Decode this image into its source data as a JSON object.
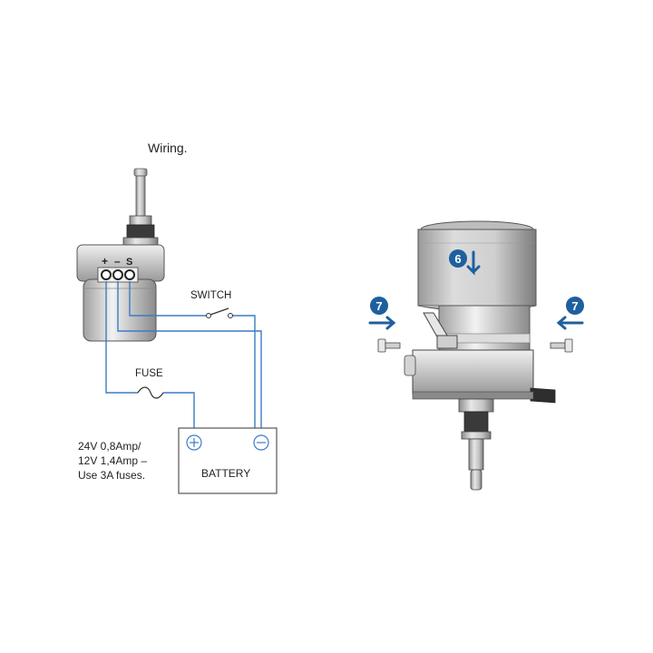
{
  "wiring": {
    "title": "Wiring.",
    "terminal_plus": "+",
    "terminal_minus": "–",
    "terminal_s": "S",
    "switch_label": "SWITCH",
    "fuse_label": "FUSE",
    "battery_label": "BATTERY",
    "battery_plus": "+",
    "battery_minus": "−",
    "fuse_note": [
      "24V 0,8Amp/",
      "12V 1,4Amp –",
      "Use 3A fuses."
    ]
  },
  "assembly": {
    "step_6": "6",
    "step_7_left": "7",
    "step_7_right": "7"
  },
  "colors": {
    "wire": "#3b7cc4",
    "step_badge": "#1f5f9e",
    "metal_light": "#d8d8d8",
    "metal_dark": "#6f6f6f",
    "outline": "#444444"
  }
}
